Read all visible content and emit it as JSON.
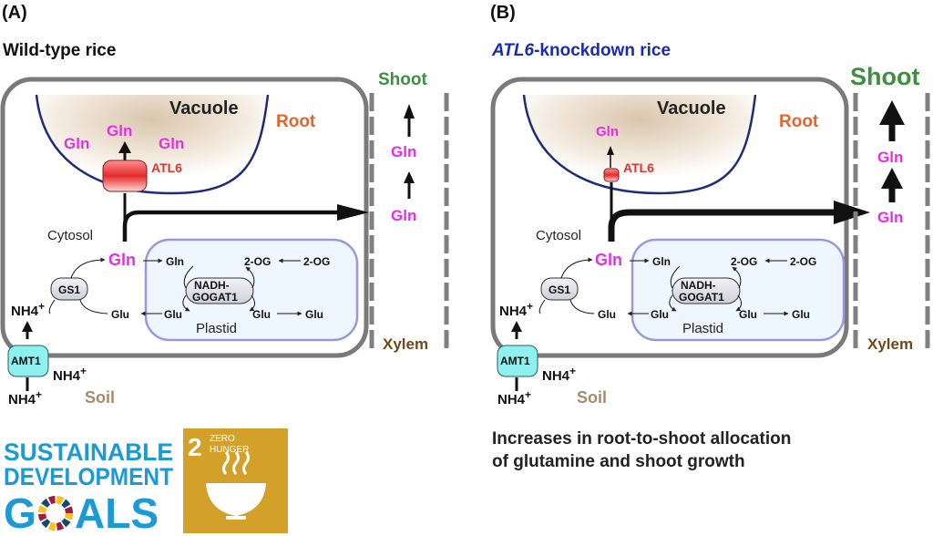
{
  "colors": {
    "gln": "#e62ee6",
    "root": "#e0662b",
    "shoot": "#3e8f3e",
    "xylem": "#6b4a1e",
    "soil": "#a88a6a",
    "atl6": "#e0342c",
    "title_b": "#1a2bb0",
    "vacuole_line": "#1e2b7a",
    "plastid_line": "#9b97dd",
    "plastid_fill": "#eef6ff",
    "amt1_fill": "#8ff0f0",
    "cell_border": "#7a7a7a",
    "sdg_blue": "#1b9ad6",
    "zero_hunger_bg": "#d3a029"
  },
  "panel_a": {
    "label": "(A)",
    "title": "Wild-type rice",
    "vacuole": "Vacuole",
    "root": "Root",
    "shoot": "Shoot",
    "xylem": "Xylem",
    "soil": "Soil",
    "cytosol": "Cytosol",
    "plastid": "Plastid",
    "atl6": "ATL6",
    "gs1": "GS1",
    "amt1": "AMT1",
    "nadh_1": "NADH-",
    "nadh_2": "GOGAT1",
    "gln": "Gln",
    "glu": "Glu",
    "og": "2-OG",
    "nh4": "NH4",
    "plus": "+"
  },
  "panel_b": {
    "label": "(B)",
    "title_italic": "ATL6",
    "title_rest": "-knockdown rice",
    "vacuole": "Vacuole",
    "root": "Root",
    "shoot": "Shoot",
    "xylem": "Xylem",
    "soil": "Soil",
    "cytosol": "Cytosol",
    "plastid": "Plastid",
    "atl6": "ATL6",
    "gs1": "GS1",
    "amt1": "AMT1",
    "nadh_1": "NADH-",
    "nadh_2": "GOGAT1",
    "gln": "Gln",
    "glu": "Glu",
    "og": "2-OG",
    "nh4": "NH4",
    "plus": "+",
    "conclusion_1": "Increases in root-to-shoot allocation",
    "conclusion_2": "of glutamine and shoot growth"
  },
  "sdg": {
    "line1": "SUSTAINABLE",
    "line2": "DEVELOPMENT",
    "goals_g": "G",
    "goals_als": "ALS",
    "goal_number": "2",
    "goal_line1": "ZERO",
    "goal_line2": "HUNGER",
    "icon": "bowl-icon"
  }
}
